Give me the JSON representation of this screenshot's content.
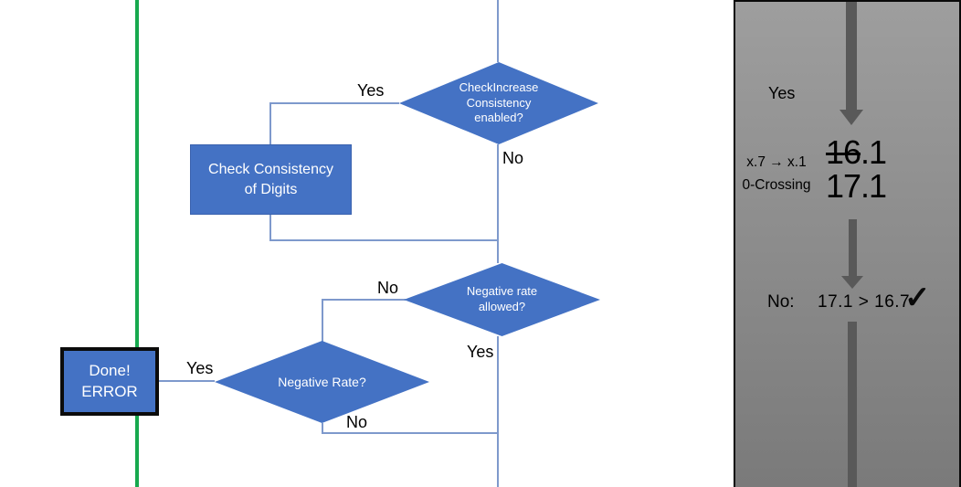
{
  "colors": {
    "shape_blue": "#4472C4",
    "shape_border": "#3A62AE",
    "connector_blue": "#7E99CC",
    "green_line": "#17A94E",
    "panel_gradient_top": "#9E9E9E",
    "panel_gradient_bottom": "#7A7A7A",
    "panel_arrow_gray": "#595959",
    "text_on_blue": "#FFFFFF",
    "text_black": "#000000"
  },
  "flowchart": {
    "diamond1": {
      "label": "CheckIncrease\nConsistency\nenabled?"
    },
    "process_rect": {
      "label": "Check Consistency\nof Digits"
    },
    "diamond2": {
      "label": "Negative rate\nallowed?"
    },
    "diamond3": {
      "label": "Negative Rate?"
    },
    "done_box": {
      "label": "Done!\nERROR"
    },
    "labels": {
      "yes1": "Yes",
      "no1": "No",
      "no2": "No",
      "yes2": "Yes",
      "yes3": "Yes",
      "no3": "No"
    }
  },
  "panel": {
    "yes_label": "Yes",
    "note_line1": "x.7 → x.1",
    "note_line2": "0-Crossing",
    "old_value_struck": "16",
    "old_value_rest": ".1",
    "new_value": "17.1",
    "result_prefix": "No:",
    "result_comparison": "17.1 > 16.7",
    "check_mark": "✓"
  }
}
